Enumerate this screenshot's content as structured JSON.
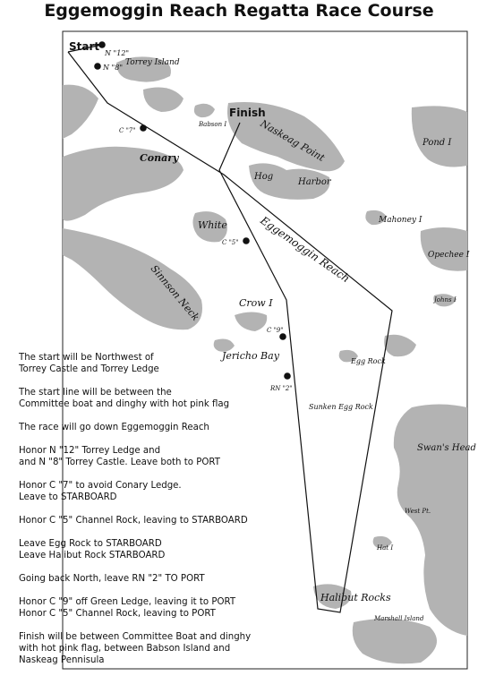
{
  "title": "Eggemoggin Reach Regatta Race Course",
  "map_labels": {
    "start": "Start",
    "finish": "Finish",
    "n12": "N \"12\"",
    "n8": "N \"8\"",
    "torrey_island": "Torrey Island",
    "babson": "Babson I",
    "naskeag_point": "Naskeag Point",
    "pond": "Pond I",
    "c7": "C \"7\"",
    "conary": "Conary",
    "hog": "Hog",
    "harbor": "Harbor",
    "mahoney": "Mahoney I",
    "white": "White",
    "c5": "C \"5\"",
    "eggemoggin_reach": "Eggemoggin Reach",
    "opechee": "Opechee I",
    "sinnson_neck": "Sinnson Neck",
    "johns": "Johns I",
    "crow": "Crow I",
    "c9": "C \"9\"",
    "jericho_bay": "Jericho Bay",
    "egg_rock": "Egg Rock",
    "rn2": "RN \"2\"",
    "sunken_egg_rock": "Sunken Egg Rock",
    "swans_head": "Swan's Head",
    "west_pt": "West Pt.",
    "hat": "Hat I",
    "halibut_rocks": "Halibut Rocks",
    "marshall_island": "Marshall Island"
  },
  "instructions": [
    "The start will be Northwest of\nTorrey Castle and Torrey Ledge",
    "The start line will be between the\n Committee boat and dinghy with hot pink flag",
    "The race will go down Eggemoggin Reach",
    "Honor N \"12\" Torrey Ledge and\nand N \"8\" Torrey Castle. Leave both to PORT",
    "Honor C \"7\" to avoid Conary Ledge.\nLeave to STARBOARD",
    "Honor C \"5\" Channel Rock, leaving to STARBOARD",
    "Leave Egg Rock to STARBOARD\nLeave Halibut Rock STARBOARD",
    "Going back North, leave RN \"2\" TO PORT",
    "Honor C \"9\" off Green Ledge, leaving it to PORT\nHonor C \"5\" Channel Rock, leaving to PORT",
    "Finish will be between Committee Boat and dinghy\nwith  hot pink flag, between Babson Island and\nNaskeag Pennisula"
  ],
  "colors": {
    "land": "#b3b3b3",
    "water": "#ffffff",
    "course_line": "#111111"
  }
}
